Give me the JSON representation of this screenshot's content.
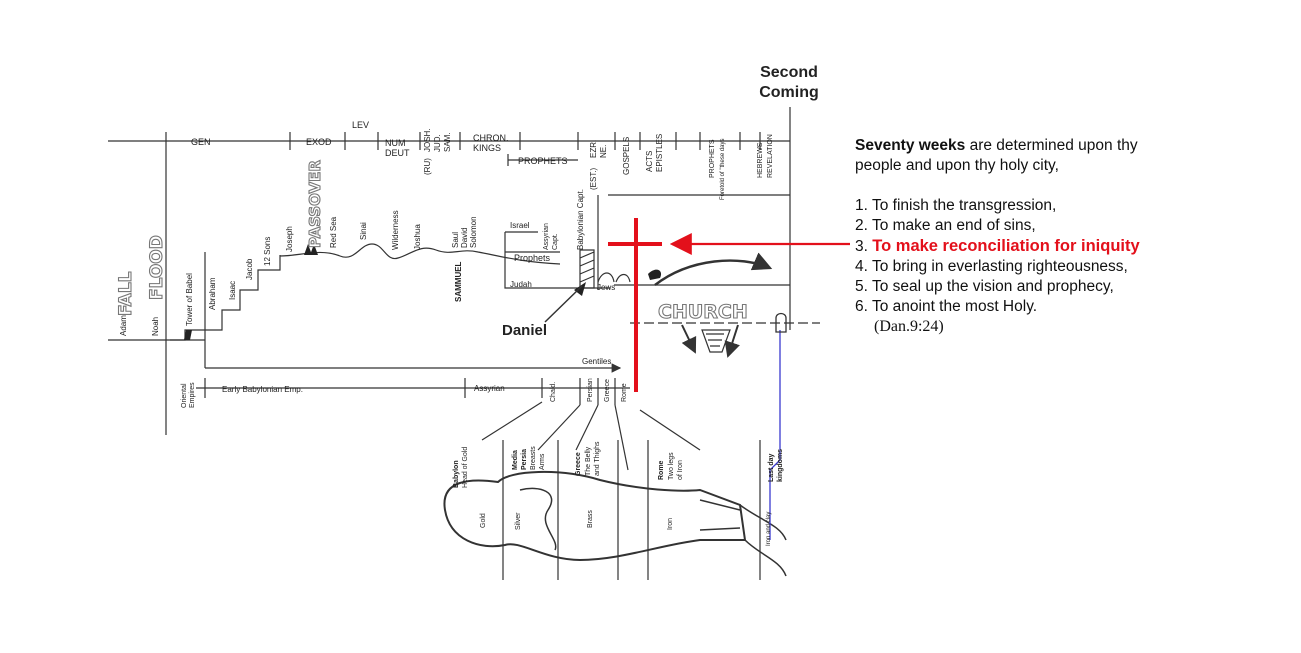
{
  "colors": {
    "accent_red": "#e3101b",
    "line": "#333333",
    "blue_line": "#3a3ad0"
  },
  "labels": {
    "second_coming": [
      "Second",
      "Coming"
    ],
    "fall": "FALL",
    "flood": "FLOOD",
    "passover": "PASSOVER",
    "church": "CHURCH",
    "daniel": "Daniel",
    "adam": "Adam",
    "noah": "Noah",
    "tower_of_babel": "Tower of Babel",
    "abraham": "Abraham",
    "isaac": "Isaac",
    "jacob": "Jacob",
    "twelve_sons": "12 Sons",
    "joseph": "Joseph",
    "red_sea": "Red Sea",
    "sinai": "Sinai",
    "wilderness": "Wilderness",
    "joshua": "Joshua",
    "saul_david_solomon": [
      "Saul",
      "David",
      "Solomon"
    ],
    "sammuel": "SAMMUEL",
    "israel": "Israel",
    "assyrian_capt": [
      "Assyrian",
      "Capt."
    ],
    "prophets_mid": "Prophets",
    "judah": "Judah",
    "babylonian_capt": "Babylonian Capt.",
    "jews": "Jews",
    "gen": "GEN",
    "exod": "EXOD",
    "lev": "LEV",
    "num_deut": [
      "NUM",
      "DEUT"
    ],
    "josh_jud_sam": [
      "JOSH.",
      "JUD.",
      "SAM."
    ],
    "ru": "(RU)",
    "chron_kings": [
      "CHRON.",
      "KINGS"
    ],
    "prophets_top": "PROPHETS",
    "ezr_ne": [
      "EZR.",
      "NE."
    ],
    "est": "(EST.)",
    "gospels": "GOSPELS",
    "acts_epistles": [
      "ACTS",
      "EPISTLES"
    ],
    "prophets_foretold": [
      "PROPHETS",
      "Foretold of \"these days"
    ],
    "hebrews_revelation": [
      "HEBREWS",
      "REVELATION"
    ],
    "gentiles": "Gentiles",
    "oriental_empires": [
      "Oriental",
      "Empires"
    ],
    "early_babylonian": "Early  Babylonian  Emp.",
    "assyrian": "Assyrian",
    "chald": "Chald.",
    "persian": "Persian",
    "greece": "Greece",
    "rome": "Rome",
    "statue_babylon": [
      "Babylon",
      "Head of Gold"
    ],
    "statue_media": [
      "Media",
      "Persia",
      "Breasts",
      "Arms"
    ],
    "statue_greece": [
      "Greece",
      "The Belly",
      "and Thighs"
    ],
    "statue_rome": [
      "Rome",
      "Two legs",
      "of Iron"
    ],
    "statue_last": [
      "Last day",
      "kingdoms"
    ],
    "gold": "Gold",
    "silver": "Silver",
    "brass": "Brass",
    "iron": "Iron",
    "iron_and_clay": "Iron and clay"
  },
  "verse": {
    "intro_bold": "Seventy weeks",
    "intro_rest": " are determined upon thy",
    "intro_line2": "people and upon thy holy city,",
    "items": [
      {
        "num": "1.",
        "text": "To finish the transgression,"
      },
      {
        "num": "2.",
        "text": "To make an end of sins,"
      },
      {
        "num": "3.",
        "text": "To make reconciliation for iniquity",
        "highlight": true
      },
      {
        "num": "4.",
        "text": "To bring in everlasting righteousness,"
      },
      {
        "num": "5.",
        "text": "To seal up the vision and prophecy,"
      },
      {
        "num": "6.",
        "text": "To anoint the most Holy."
      }
    ],
    "reference": "(Dan.9:24)"
  }
}
